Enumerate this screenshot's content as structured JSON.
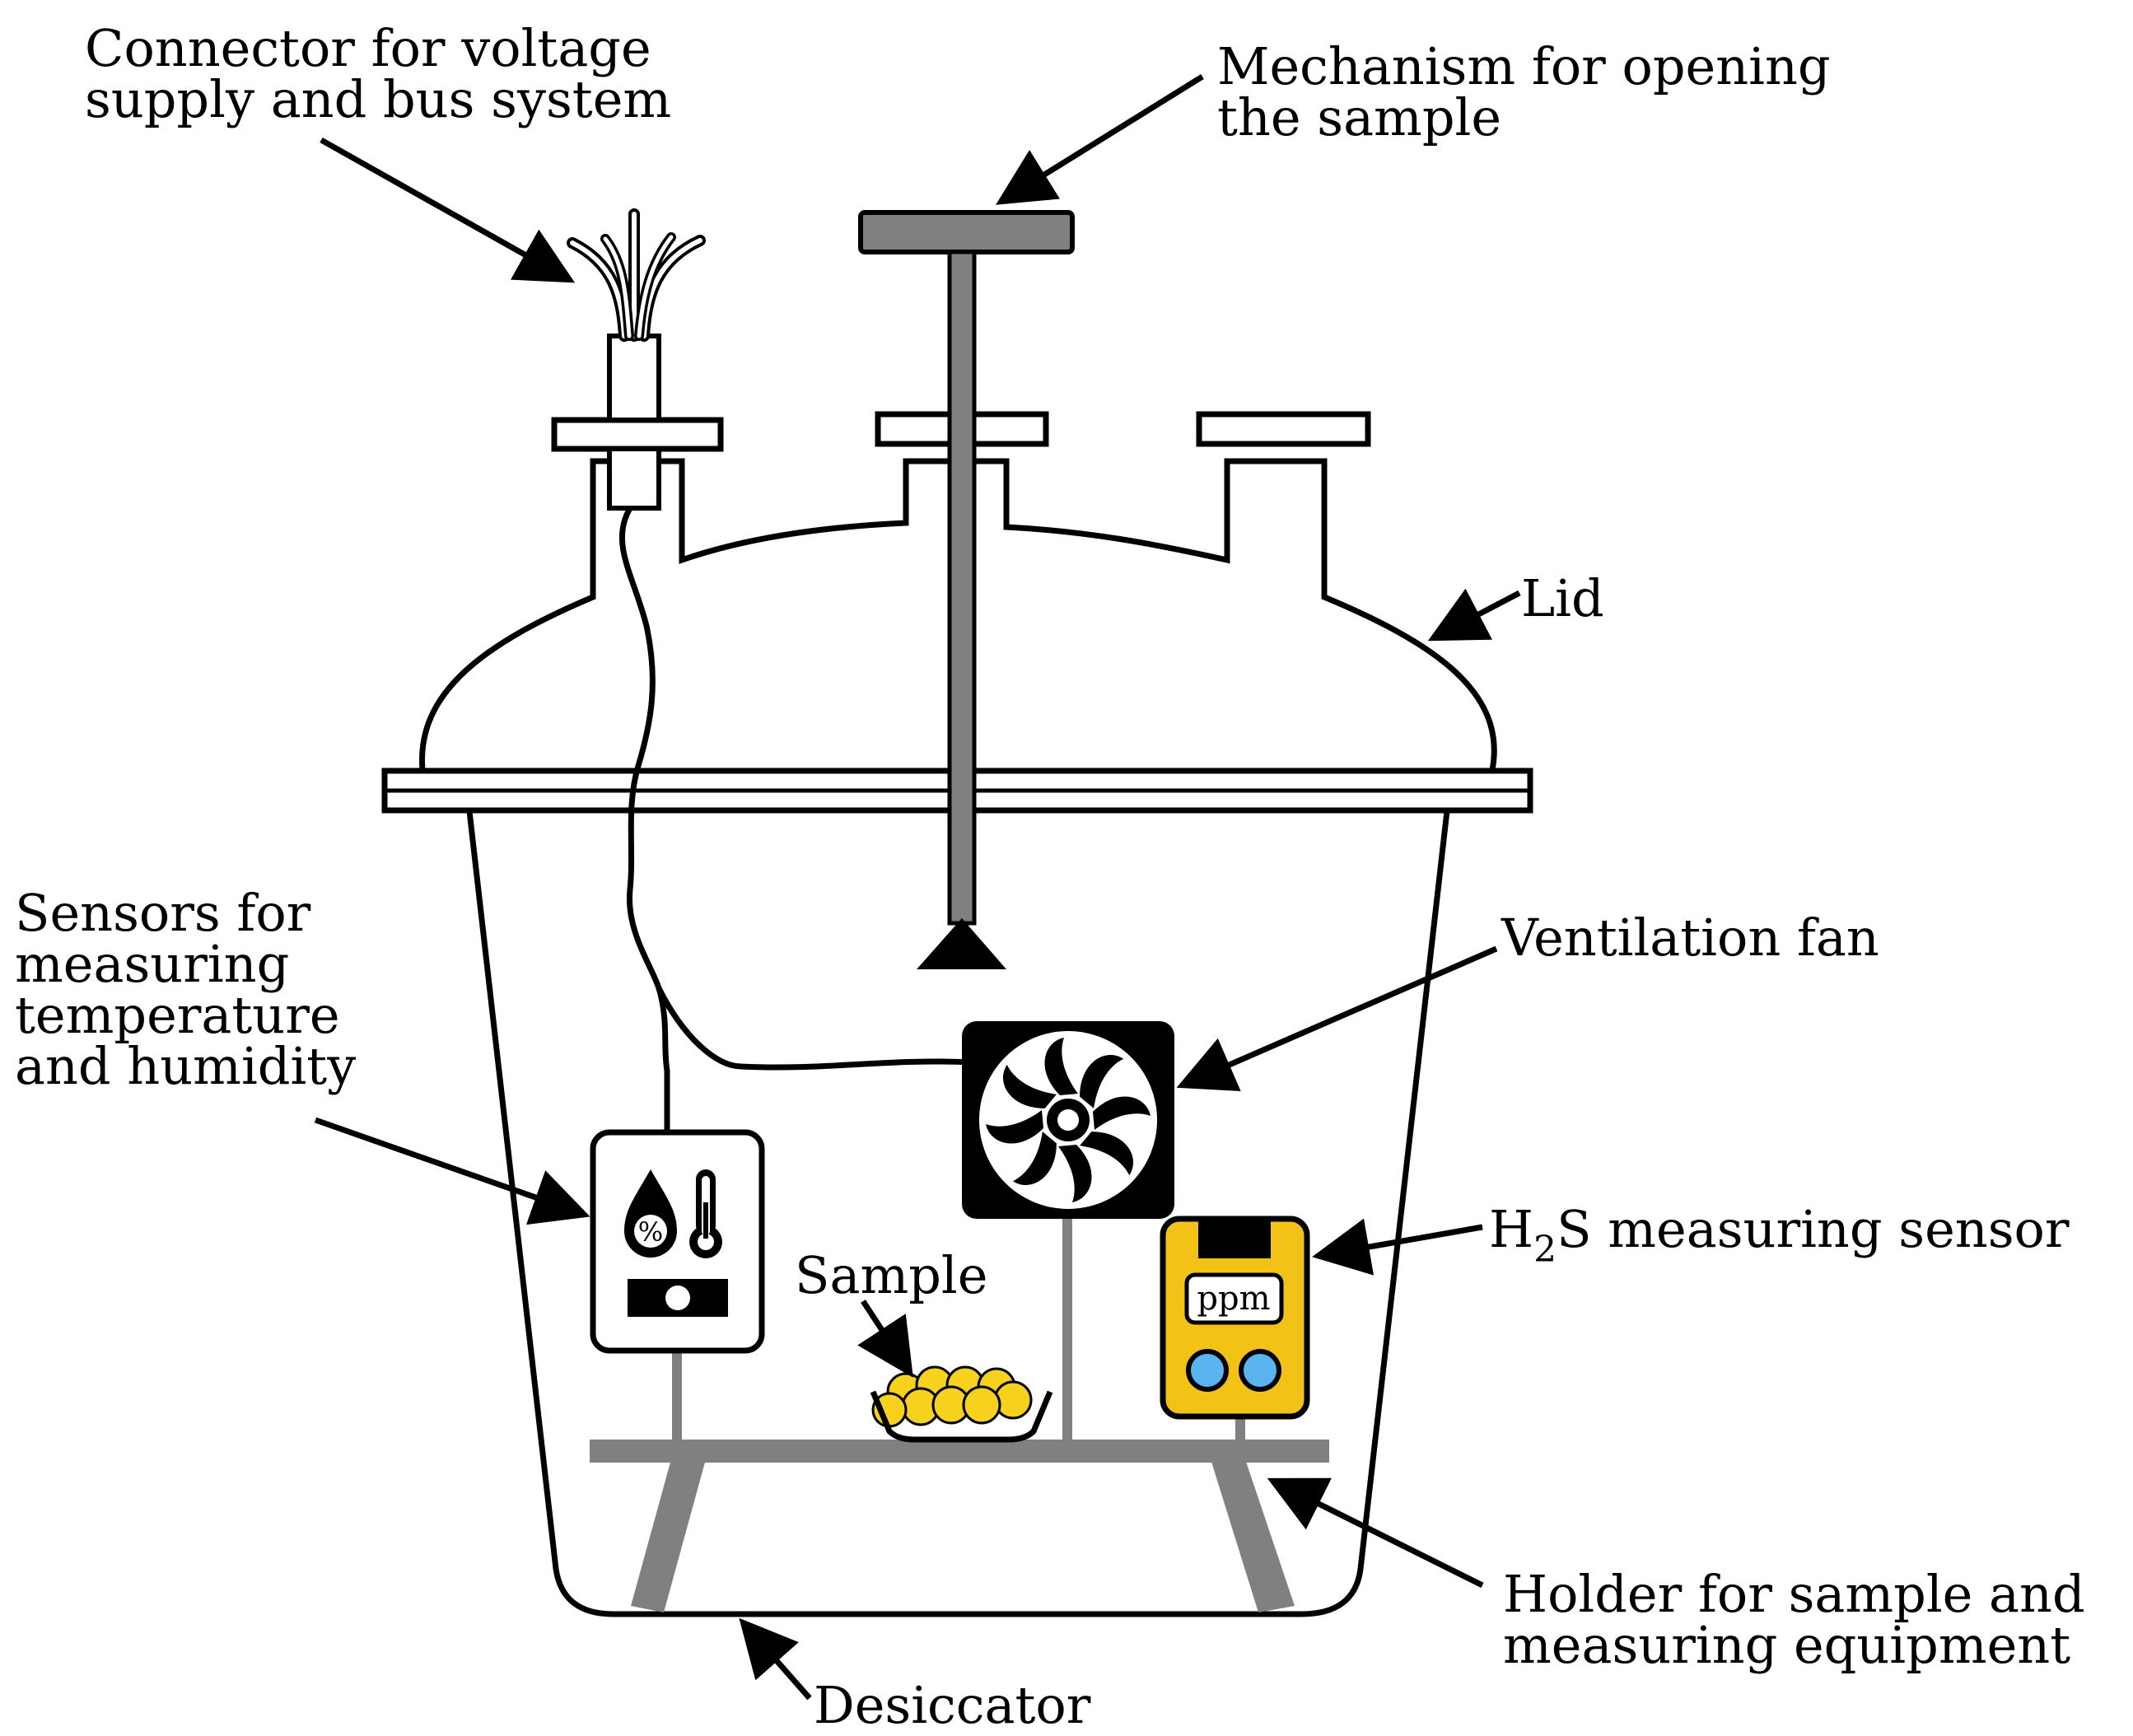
{
  "labels": {
    "connector": [
      "Connector for voltage",
      "supply and bus system"
    ],
    "mechanism": [
      "Mechanism for opening",
      "the sample"
    ],
    "lid": "Lid",
    "sensors": [
      "Sensors for",
      "measuring",
      "temperature",
      "and humidity"
    ],
    "fan": "Ventilation fan",
    "h2s": {
      "prefix": "H",
      "sub": "2",
      "suffix": "S measuring sensor"
    },
    "sample": "Sample",
    "holder": [
      "Holder for sample and",
      "measuring equipment"
    ],
    "desiccator": "Desiccator"
  },
  "device_text": {
    "percent": "%",
    "ppm": "ppm"
  },
  "colors": {
    "outline": "#000000",
    "holder_gray": "#808080",
    "sensor_yellow": "#f2c316",
    "sample_yellow": "#f6d21e",
    "button_blue": "#5ab4f0"
  }
}
